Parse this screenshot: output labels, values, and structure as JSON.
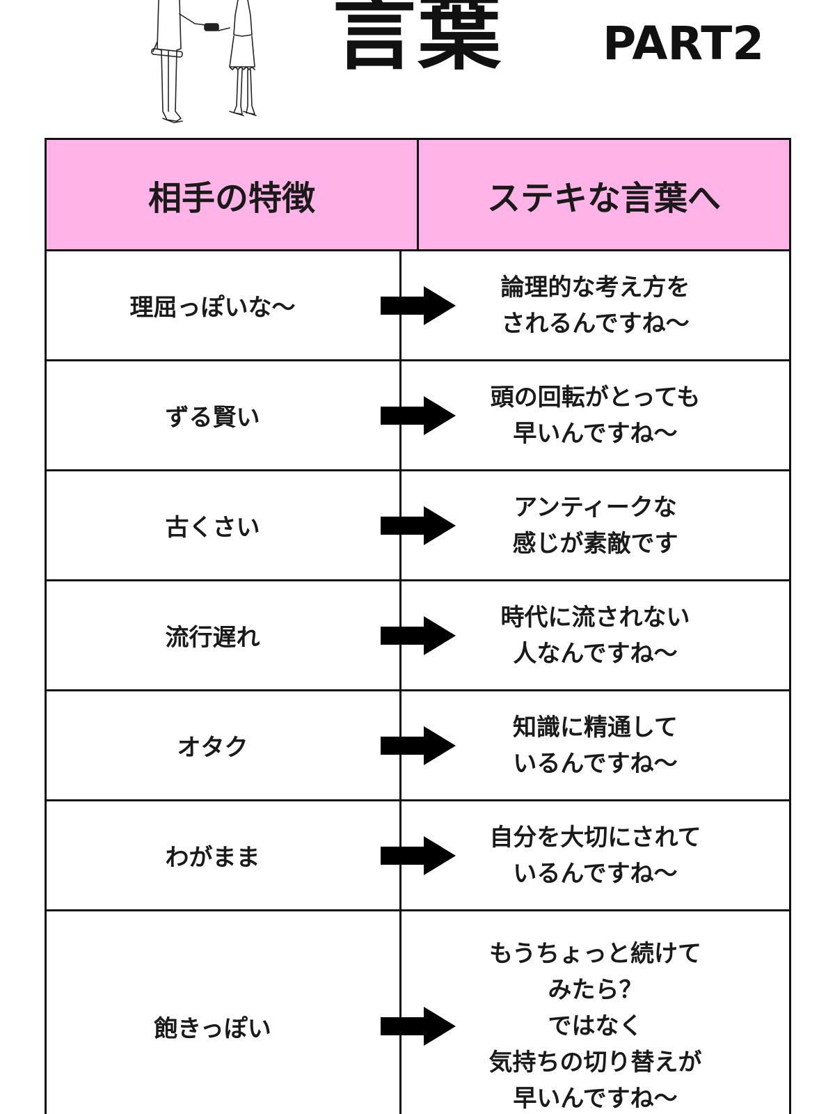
{
  "header": {
    "title": "言葉",
    "part": "PART2"
  },
  "table": {
    "columns": [
      "相手の特徴",
      "ステキな言葉へ"
    ],
    "rows": [
      {
        "trait": "理屈っぽいな〜",
        "phrase": "論理的な考え方を\nされるんですね〜"
      },
      {
        "trait": "ずる賢い",
        "phrase": "頭の回転がとっても\n早いんですね〜"
      },
      {
        "trait": "古くさい",
        "phrase": "アンティークな\n感じが素敵です"
      },
      {
        "trait": "流行遅れ",
        "phrase": "時代に流されない\n人なんですね〜"
      },
      {
        "trait": "オタク",
        "phrase": "知識に精通して\nいるんですね〜"
      },
      {
        "trait": "わがまま",
        "phrase": "自分を大切にされて\nいるんですね〜"
      },
      {
        "trait": "飽きっぽい",
        "phrase": "もうちょっと続けて\nみたら？\nではなく\n気持ちの切り替えが\n早いんですね〜"
      }
    ]
  },
  "colors": {
    "header_bg": "#ffb3e6",
    "border": "#111111",
    "arrow": "#000000"
  },
  "icons": {
    "illustration": "handshake-illustration",
    "arrow": "right-arrow-icon"
  }
}
